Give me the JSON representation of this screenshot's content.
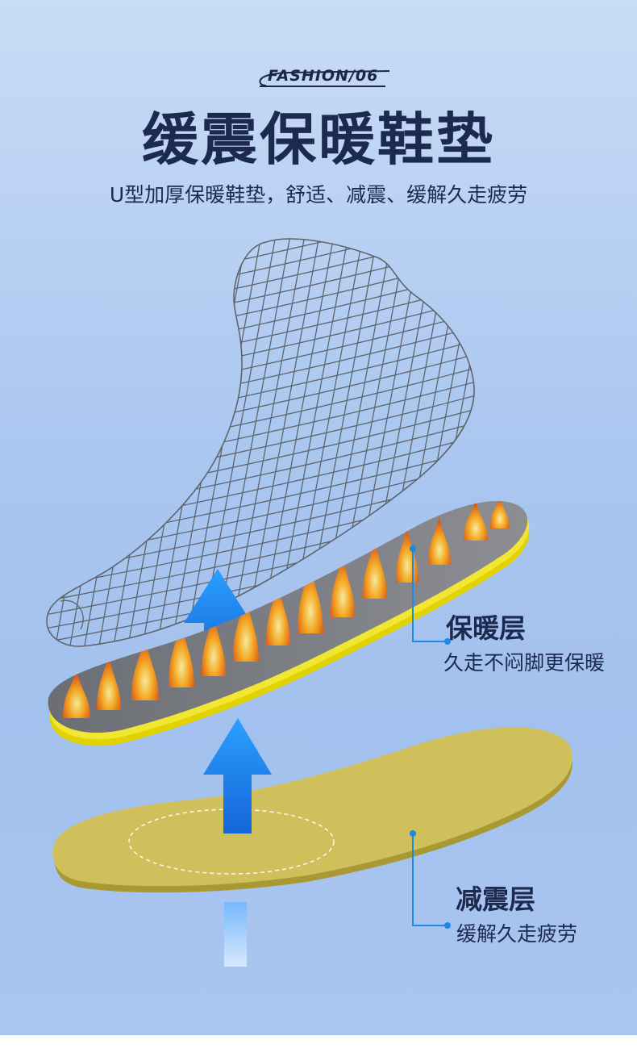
{
  "brand": {
    "text": "FASHION/06"
  },
  "title": "缓震保暖鞋垫",
  "subtitle": "U型加厚保暖鞋垫，舒适、减震、缓解久走疲劳",
  "layers": [
    {
      "title": "保暖层",
      "description": "久走不闷脚更保暖"
    },
    {
      "title": "减震层",
      "description": "缓解久走疲劳"
    }
  ],
  "colors": {
    "text": "#1d2a4f",
    "accent_blue": "#1e88e5",
    "insole_yellow": "#d2c35a",
    "flame_orange": "#f08a1c"
  },
  "icons": [
    "foot-wireframe-icon",
    "up-arrow-icon",
    "insole-icon",
    "flame-icon"
  ]
}
